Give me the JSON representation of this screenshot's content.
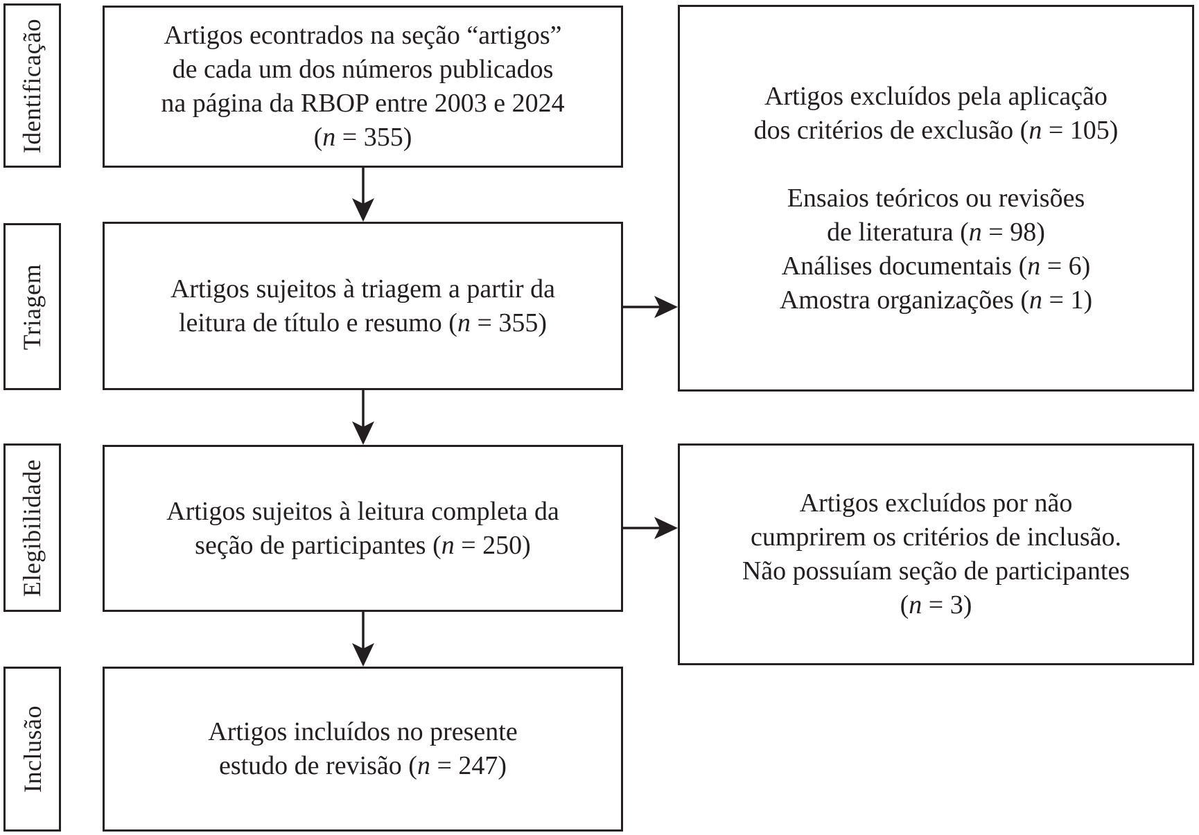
{
  "palette": {
    "ink": "#231f20",
    "background": "#ffffff"
  },
  "stages": [
    {
      "label": "Identificação"
    },
    {
      "label": "Triagem"
    },
    {
      "label": "Elegibilidade"
    },
    {
      "label": "Inclusão"
    }
  ],
  "flow_boxes": {
    "identification": {
      "lines": [
        "Artigos econtrados na seção “artigos”",
        "de cada um dos números publicados",
        "na página da RBOP entre 2003 e 2024",
        "(n = 355)"
      ]
    },
    "screening": {
      "lines": [
        "Artigos sujeitos à triagem a partir da",
        "leitura de título e resumo (n = 355)"
      ]
    },
    "eligibility": {
      "lines": [
        "Artigos sujeitos à leitura completa da",
        "seção de participantes (n = 250)"
      ]
    },
    "inclusion": {
      "lines": [
        "Artigos incluídos no presente",
        "estudo de revisão (n = 247)"
      ]
    }
  },
  "exclusion_boxes": {
    "screening": {
      "summary": [
        "Artigos excluídos pela aplicação",
        "dos critérios de exclusão (n = 105)"
      ],
      "details": [
        "Ensaios teóricos ou revisões",
        "de literatura (n = 98)",
        "Análises documentais (n = 6)",
        "Amostra organizações (n = 1)"
      ]
    },
    "eligibility": {
      "summary": [
        "Artigos excluídos por não",
        "cumprirem os critérios de inclusão.",
        ""
      ],
      "details": [
        "Não possuíam seção de participantes",
        "(n = 3)"
      ]
    }
  }
}
